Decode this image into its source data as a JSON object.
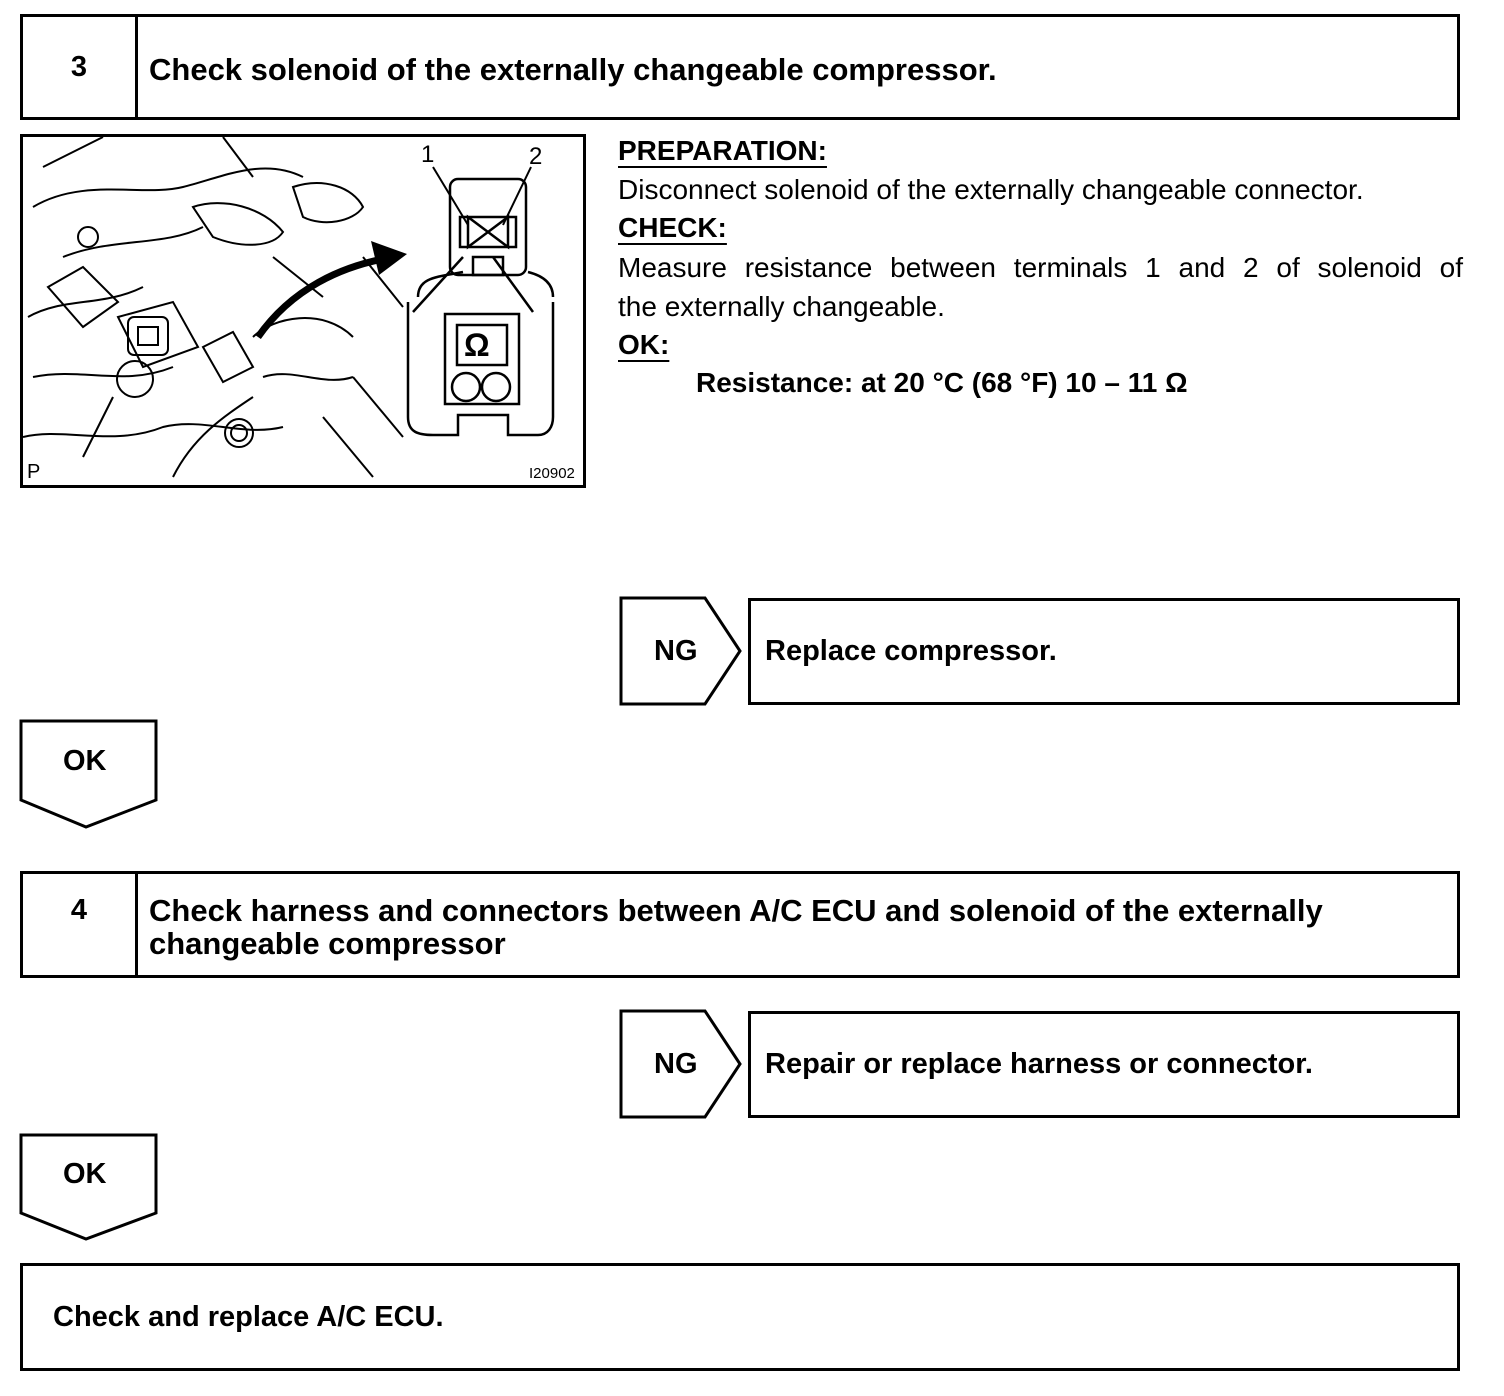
{
  "step3": {
    "number": "3",
    "title": "Check solenoid of the externally changeable compressor.",
    "figure": {
      "terminal_1": "1",
      "terminal_2": "2",
      "ohm_symbol": "Ω",
      "corner_letter": "P",
      "figure_code": "I20902"
    },
    "preparation_label": "PREPARATION:",
    "preparation_text": "Disconnect solenoid of the externally changeable connector.",
    "check_label": "CHECK:",
    "check_text_line1": "Measure resistance between terminals 1 and 2 of solenoid of",
    "check_text_line2": "the externally changeable.",
    "ok_label": "OK:",
    "spec": "Resistance: at 20 °C (68 °F) 10 – 11 Ω",
    "ng_label": "NG",
    "ng_action": "Replace compressor.",
    "ok_flow_label": "OK"
  },
  "step4": {
    "number": "4",
    "title_line1": "Check harness and connectors between A/C ECU and solenoid of the externally",
    "title_line2": "changeable compressor",
    "ng_label": "NG",
    "ng_action": "Repair or replace harness or connector.",
    "ok_flow_label": "OK"
  },
  "final_action": "Check and replace A/C ECU."
}
